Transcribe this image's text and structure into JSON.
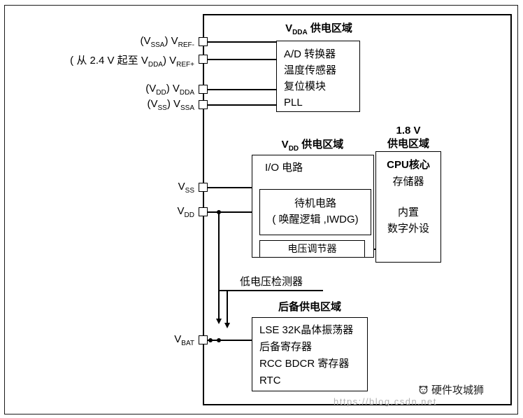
{
  "pins": {
    "vref_minus": {
      "p1": "(V",
      "s1": "SSA",
      "p2": ") V",
      "s2": "REF-"
    },
    "vref_plus": {
      "p1": "( 从 2.4 V 起至 V",
      "s1": "DDA",
      "p2": ") V",
      "s2": "REF+"
    },
    "vdda": {
      "p1": "(V",
      "s1": "DD",
      "p2": ")  V",
      "s2": "DDA"
    },
    "vssa": {
      "p1": "(V",
      "s1": "SS",
      "p2": ")  V",
      "s2": "SSA"
    },
    "vss": {
      "p1": "V",
      "s1": "SS"
    },
    "vdd": {
      "p1": "V",
      "s1": "DD"
    },
    "vbat": {
      "p1": "V",
      "s1": "BAT"
    }
  },
  "domains": {
    "vdda": {
      "title_base": "V",
      "title_sub": "DDA",
      "title_rest": " 供电区域",
      "lines": [
        "A/D 转换器",
        "温度传感器",
        "复位模块",
        "PLL"
      ]
    },
    "vdd": {
      "title_base": "V",
      "title_sub": "DD",
      "title_rest": " 供电区域",
      "io": "I/O 电路",
      "standby": [
        "待机电路",
        "( 唤醒逻辑 ,IWDG)"
      ],
      "regulator": "电压调节器"
    },
    "v18": {
      "title_line1": "1.8 V",
      "title_line2": "供电区域",
      "lines": [
        "CPU核心",
        "存储器",
        "内置",
        "数字外设"
      ]
    },
    "backup": {
      "title": "后备供电区域",
      "lines": [
        "LSE 32K晶体振荡器",
        "后备寄存器",
        "RCC BDCR 寄存器",
        "RTC"
      ]
    },
    "lvd_label": "低电压检测器"
  },
  "watermark": {
    "brand": "硬件攻城狮",
    "url": "https://blog.csdn.net"
  }
}
